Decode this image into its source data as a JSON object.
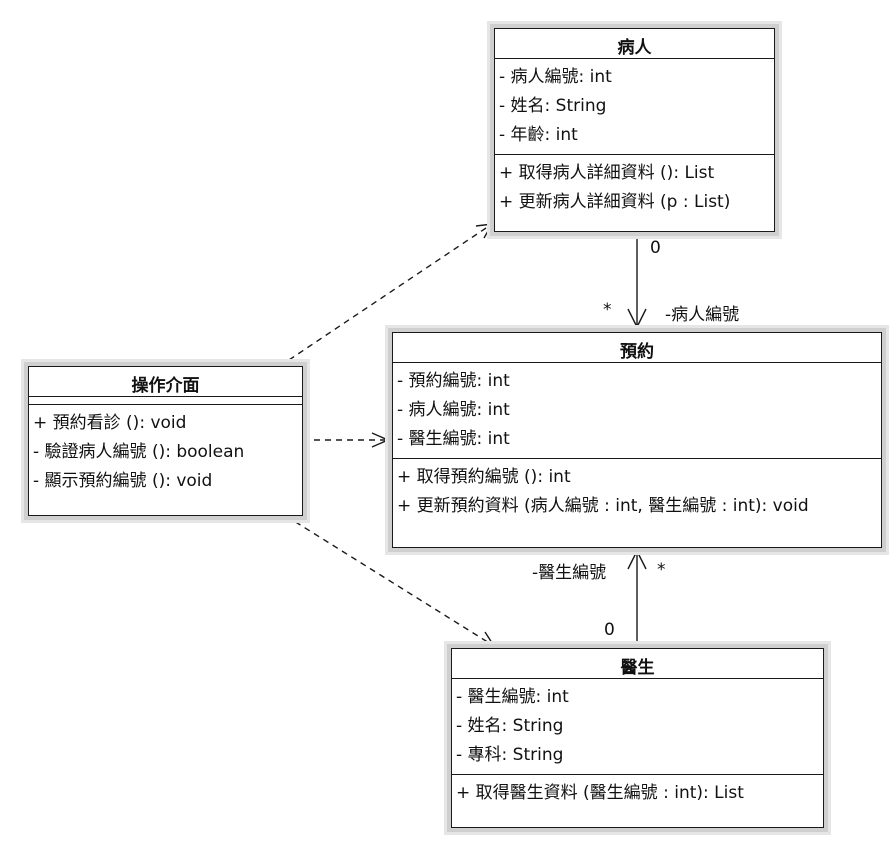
{
  "classes": {
    "patient": {
      "name": "病人",
      "attributes": [
        "- 病人編號: int",
        "- 姓名: String",
        "- 年齡: int"
      ],
      "operations": [
        "+ 取得病人詳細資料 (): List",
        "+ 更新病人詳細資料 (p : List)"
      ]
    },
    "appointment": {
      "name": "預約",
      "attributes": [
        "- 預約編號: int",
        "- 病人編號: int",
        "- 醫生編號: int"
      ],
      "operations": [
        "+ 取得預約編號 (): int",
        "+ 更新預約資料 (病人編號 : int, 醫生編號 : int): void"
      ]
    },
    "interface": {
      "name": "操作介面",
      "attributes": [],
      "operations": [
        "+ 預約看診 (): void",
        "- 驗證病人編號 (): boolean",
        "- 顯示預約編號 (): void"
      ]
    },
    "doctor": {
      "name": "醫生",
      "attributes": [
        "- 醫生編號: int",
        "- 姓名: String",
        "- 專科: String"
      ],
      "operations": [
        "+ 取得醫生資料 (醫生編號 : int): List"
      ]
    }
  },
  "associations": {
    "patient_appointment": {
      "source_multiplicity": "0",
      "target_multiplicity": "*",
      "role": "-病人編號"
    },
    "doctor_appointment": {
      "source_multiplicity": "0",
      "target_multiplicity": "*",
      "role": "-醫生編號"
    }
  }
}
